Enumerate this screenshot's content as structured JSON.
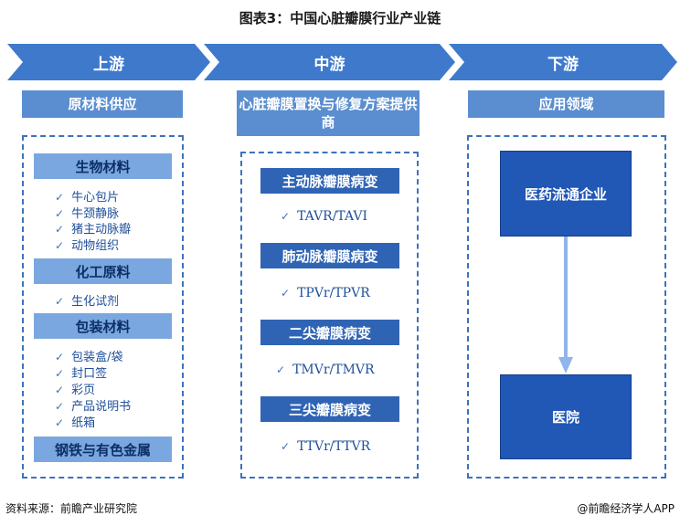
{
  "title": "图表3：中国心脏瓣膜行业产业链",
  "stages": {
    "upstream": "上游",
    "midstream": "中游",
    "downstream": "下游"
  },
  "upstream": {
    "header": "原材料供应",
    "groups": [
      {
        "name": "生物材料",
        "items": [
          "牛心包片",
          "牛颈静脉",
          "猪主动脉瓣",
          "动物组织"
        ]
      },
      {
        "name": "化工原料",
        "items": [
          "生化试剂"
        ]
      },
      {
        "name": "包装材料",
        "items": [
          "包装盒/袋",
          "封口签",
          "彩页",
          "产品说明书",
          "纸箱"
        ]
      },
      {
        "name": "钢铁与有色金属",
        "items": []
      }
    ]
  },
  "midstream": {
    "header": "心脏瓣膜置换与修复方案提供商",
    "groups": [
      {
        "name": "主动脉瓣膜病变",
        "item": "TAVR/TAVI"
      },
      {
        "name": "肺动脉瓣膜病变",
        "item": "TPVr/TPVR"
      },
      {
        "name": "二尖瓣膜病变",
        "item": "TMVr/TMVR"
      },
      {
        "name": "三尖瓣膜病变",
        "item": "TTVr/TTVR"
      }
    ]
  },
  "downstream": {
    "header": "应用领域",
    "top_box": "医药流通企业",
    "bottom_box": "医院"
  },
  "footer": {
    "source": "资料来源：前瞻产业研究院",
    "credit": "@前瞻经济学人APP"
  },
  "colors": {
    "chevron": "#3f79cc",
    "header_box": "#5b8ed0",
    "category_light": "#7aa7df",
    "category_dark": "#2f64b5",
    "down_box": "#2157b5",
    "arrow": "#8fb6ea",
    "dashed_border": "#3d72bd"
  },
  "icons": {
    "check": "check-icon",
    "arrow": "arrow-down-icon"
  }
}
